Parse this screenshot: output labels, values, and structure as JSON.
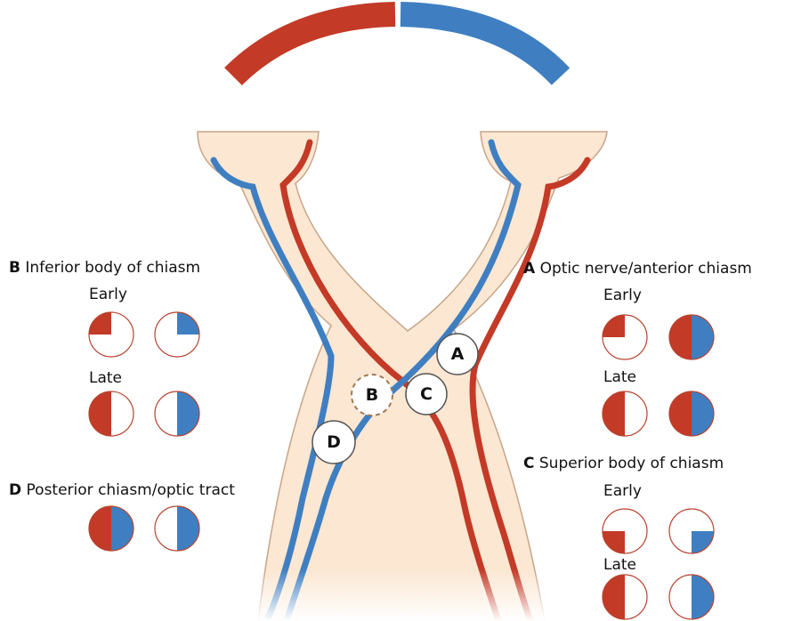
{
  "colors": {
    "red": "#c33a27",
    "blue": "#3f7fc1",
    "tissue": "#fbe7d2",
    "tissue_edge": "#c7a589",
    "marker_border": "#555555",
    "field_border": "#b7442f"
  },
  "markers": {
    "A": "A",
    "B": "B",
    "C": "C",
    "D": "D"
  },
  "panels": {
    "B": {
      "letter": "B",
      "title": "Inferior body of chiasm",
      "early_label": "Early",
      "late_label": "Late",
      "early": [
        "red-upper-left-quadrant",
        "blue-upper-right-quadrant"
      ],
      "late": [
        "red-left-half",
        "blue-right-half"
      ]
    },
    "A": {
      "letter": "A",
      "title": "Optic nerve/anterior chiasm",
      "early_label": "Early",
      "late_label": "Late",
      "early": [
        "red-upper-left-quadrant",
        "red-left-half-blue-right-half"
      ],
      "late": [
        "red-left-half",
        "red-left-half-blue-right-half"
      ]
    },
    "C": {
      "letter": "C",
      "title": "Superior body of chiasm",
      "early_label": "Early",
      "late_label": "Late",
      "early": [
        "red-lower-left-quadrant",
        "blue-lower-right-quadrant"
      ],
      "late": [
        "red-left-half",
        "blue-right-half"
      ]
    },
    "D": {
      "letter": "D",
      "title": "Posterior chiasm/optic tract",
      "fields": [
        "red-left-half-blue-right-half",
        "blue-right-half"
      ]
    }
  }
}
